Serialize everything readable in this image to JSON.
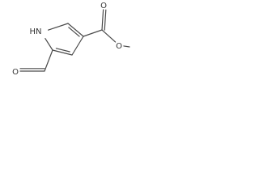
{
  "molecule": {
    "atoms": [
      {
        "id": "a1",
        "element": "N",
        "label": "HN"
      },
      {
        "id": "a2",
        "element": "C",
        "label": ""
      },
      {
        "id": "a3",
        "element": "C",
        "label": ""
      },
      {
        "id": "a4",
        "element": "C",
        "label": ""
      },
      {
        "id": "a5",
        "element": "C",
        "label": ""
      },
      {
        "id": "a6",
        "element": "C",
        "label": ""
      },
      {
        "id": "a7",
        "element": "O",
        "label": "O"
      },
      {
        "id": "a8",
        "element": "C",
        "label": ""
      },
      {
        "id": "a9",
        "element": "O",
        "label": "O"
      },
      {
        "id": "a10",
        "element": "O",
        "label": "O"
      },
      {
        "id": "a11",
        "element": "C",
        "label": ""
      }
    ],
    "bonds": [
      {
        "from": "a1",
        "to": "a2",
        "order": 1
      },
      {
        "from": "a2",
        "to": "a3",
        "order": 2
      },
      {
        "from": "a3",
        "to": "a4",
        "order": 1
      },
      {
        "from": "a4",
        "to": "a5",
        "order": 2
      },
      {
        "from": "a5",
        "to": "a1",
        "order": 1
      },
      {
        "from": "a5",
        "to": "a6",
        "order": 1
      },
      {
        "from": "a6",
        "to": "a7",
        "order": 2
      },
      {
        "from": "a3",
        "to": "a8",
        "order": 1
      },
      {
        "from": "a8",
        "to": "a9",
        "order": 2
      },
      {
        "from": "a8",
        "to": "a10",
        "order": 1
      },
      {
        "from": "a10",
        "to": "a11",
        "order": 1
      }
    ]
  }
}
